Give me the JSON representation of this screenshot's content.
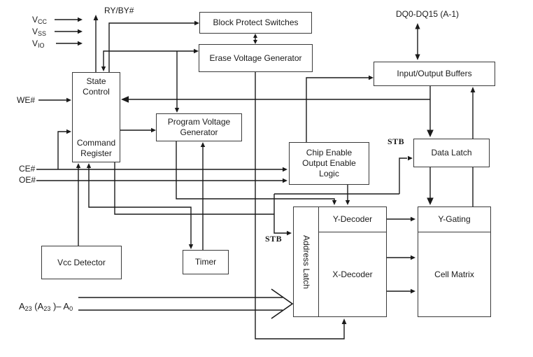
{
  "diagram": {
    "boxes": {
      "state_control": {
        "label": "State Control"
      },
      "command_register": {
        "label": "Command Register"
      },
      "block_protect": {
        "label": "Block Protect Switches"
      },
      "erase_voltage": {
        "label": "Erase Voltage Generator"
      },
      "io_buffers": {
        "label": "Input/Output Buffers"
      },
      "program_voltage": {
        "label": "Program Voltage Generator"
      },
      "ce_oe_logic": {
        "label": "Chip Enable Output Enable Logic"
      },
      "data_latch": {
        "label": "Data Latch"
      },
      "vcc_detector": {
        "label": "Vcc Detector"
      },
      "timer": {
        "label": "Timer"
      },
      "address_latch": {
        "label": "Address Latch"
      },
      "y_decoder": {
        "label": "Y-Decoder"
      },
      "x_decoder": {
        "label": "X-Decoder"
      },
      "y_gating": {
        "label": "Y-Gating"
      },
      "cell_matrix": {
        "label": "Cell Matrix"
      }
    },
    "signals": {
      "vcc": {
        "base": "V",
        "sub": "CC"
      },
      "vss": {
        "base": "V",
        "sub": "SS"
      },
      "vio": {
        "base": "V",
        "sub": "IO"
      },
      "ry_by": "RY/BY#",
      "we": "WE#",
      "ce": "CE#",
      "oe": "OE#",
      "dq": "DQ0-DQ15 (A-1)",
      "stb_data": "STB",
      "stb_addr": "STB",
      "addr_bus": {
        "p1": "A",
        "s1": "23",
        "p2": " (A",
        "s2": "23",
        "p3": " )– A",
        "s3": "0"
      }
    },
    "colors": {
      "line": "#1a1a1a",
      "box_border": "#3a3a3a",
      "background": "#ffffff",
      "text": "#1a1a1a"
    }
  }
}
